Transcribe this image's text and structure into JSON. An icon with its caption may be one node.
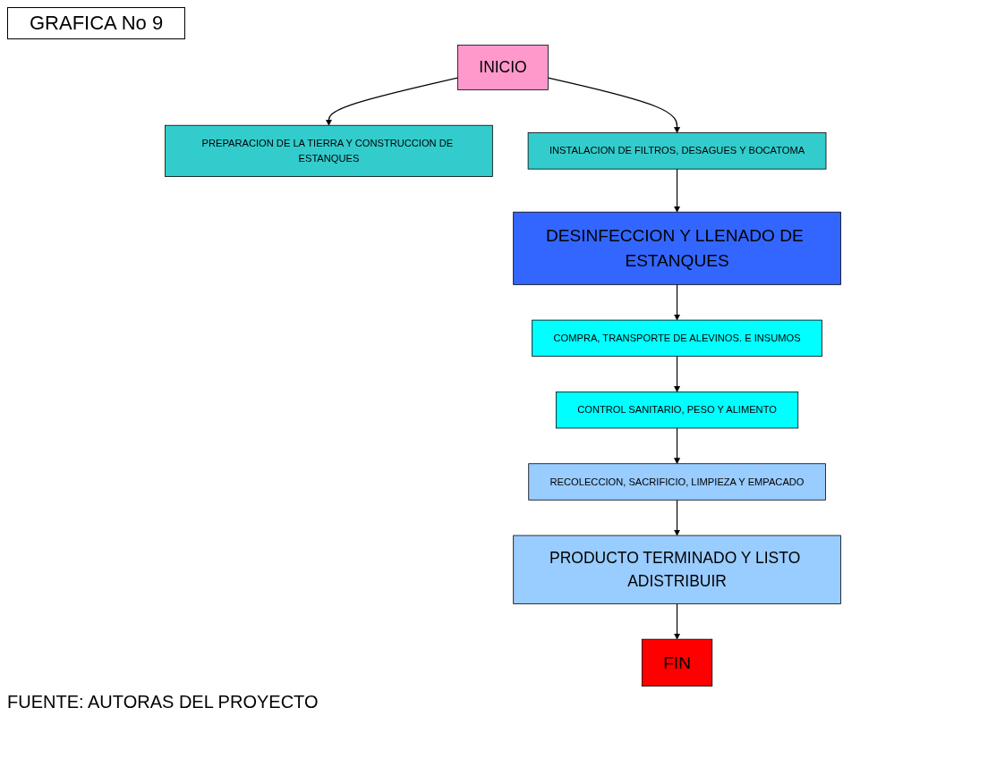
{
  "diagram": {
    "title": "GRAFICA No 9",
    "caption": "FUENTE: AUTORAS DEL PROYECTO",
    "nodes": [
      {
        "text": [
          "INICIO"
        ]
      },
      {
        "text": [
          "PREPARACION DE LA TIERRA Y CONSTRUCCION DE ESTANQUES"
        ]
      },
      {
        "text": [
          "INSTALACION DE FILTROS, DESAGUES Y BOCATOMA"
        ]
      },
      {
        "text": [
          "DESINFECCION Y LLENADO DE ESTANQUES"
        ]
      },
      {
        "text": [
          "COMPRA, TRANSPORTE DE ALEVINOS. E INSUMOS"
        ]
      },
      {
        "text": [
          "CONTROL SANITARIO, PESO Y ALIMENTO"
        ]
      },
      {
        "text": [
          "RECOLECCION, SACRIFICIO, LIMPIEZA Y EMPACADO"
        ]
      },
      {
        "text": [
          "PRODUCTO TERMINADO Y LISTO ADISTRIBUIR"
        ]
      },
      {
        "text": [
          "FIN"
        ]
      }
    ],
    "edges": [
      {
        "from": 0,
        "to": 1,
        "arrow": "to"
      },
      {
        "from": 0,
        "to": 2,
        "arrow": "to"
      },
      {
        "from": 2,
        "to": 3,
        "arrow": "to"
      },
      {
        "from": 3,
        "to": 4,
        "arrow": "to"
      },
      {
        "from": 4,
        "to": 5,
        "arrow": "to"
      },
      {
        "from": 5,
        "to": 6,
        "arrow": "to"
      },
      {
        "from": 6,
        "to": 7,
        "arrow": "to"
      },
      {
        "from": 7,
        "to": 8,
        "arrow": "to"
      }
    ]
  }
}
